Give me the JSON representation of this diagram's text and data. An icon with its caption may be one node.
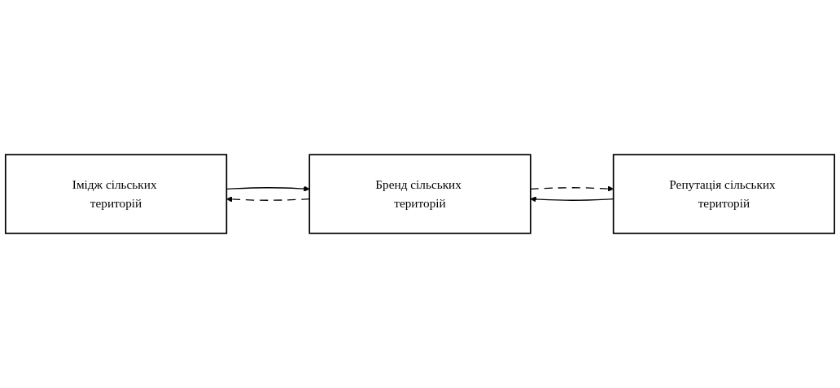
{
  "diagram": {
    "nodes": [
      {
        "text": [
          "Імідж сільських територій"
        ]
      },
      {
        "text": [
          "Репутація сільських територій"
        ]
      },
      {
        "text": [
          "Бренд сільських територій"
        ]
      }
    ],
    "edges": [
      {
        "from": 0,
        "to": 2,
        "arrow": "to"
      },
      {
        "from": 1,
        "to": 2,
        "arrow": "to"
      },
      {
        "from": 2,
        "to": 0,
        "arrow": "to",
        "style": "dashed"
      },
      {
        "from": 2,
        "to": 1,
        "arrow": "to",
        "style": "dashed"
      }
    ]
  }
}
